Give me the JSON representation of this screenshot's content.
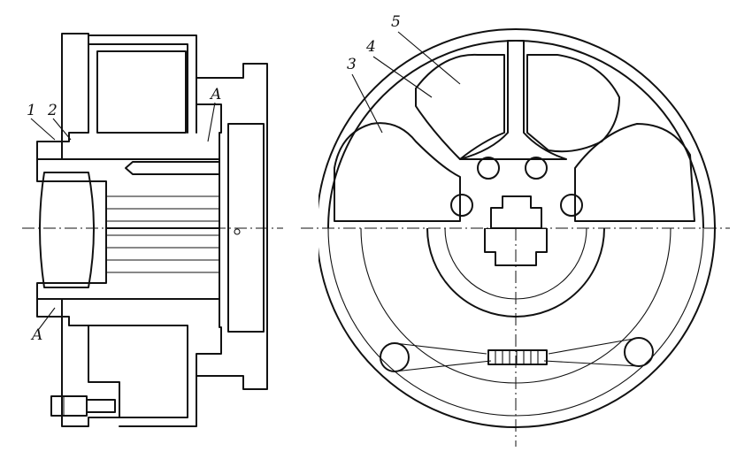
{
  "callouts": {
    "left": {
      "label_1": "1",
      "label_2": "2",
      "label_a_top": "A",
      "label_a_bottom": "A"
    },
    "right": {
      "label_3": "3",
      "label_4": "4",
      "label_5": "5"
    }
  }
}
